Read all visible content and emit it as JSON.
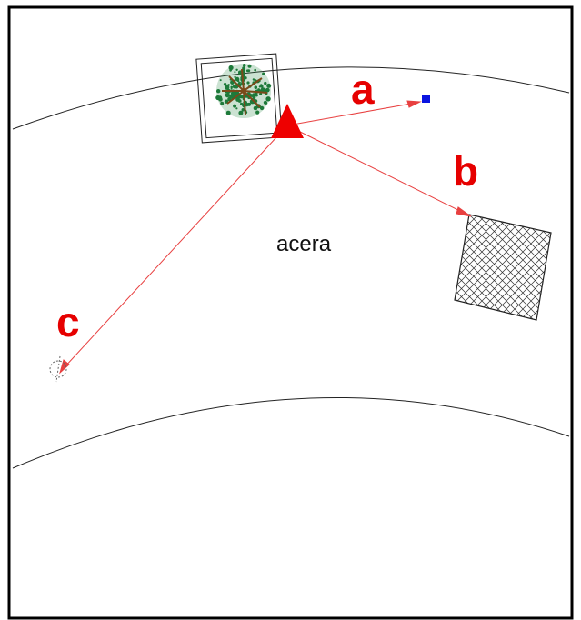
{
  "diagram": {
    "area_label": "acera",
    "distance_labels": {
      "a": "a",
      "b": "b",
      "c": "c"
    },
    "objects": [
      "tree-pit",
      "observer-triangle",
      "small-marker",
      "hatched-grate",
      "drain-symbol"
    ],
    "colors": {
      "background": "#ffffff",
      "border": "#000000",
      "curb_line": "#222222",
      "measure_line": "#e84040",
      "observer": "#ee0000",
      "label": "#e60000",
      "marker": "#0a14e0",
      "tree_foliage": "#1e7a3a",
      "tree_trunk": "#7a4a1a"
    }
  }
}
